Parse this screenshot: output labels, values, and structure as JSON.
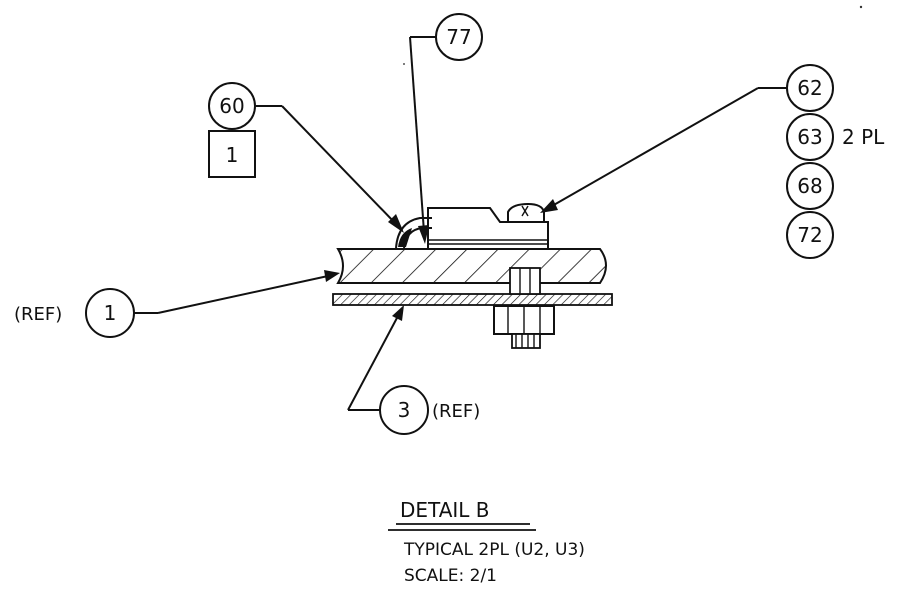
{
  "balloons": {
    "b60": "60",
    "b77": "77",
    "b62": "62",
    "b63": "63",
    "b68": "68",
    "b72": "72",
    "b1": "1",
    "b3": "3"
  },
  "box_label": "1",
  "notes": {
    "two_pl": "2 PL",
    "ref_left": "(REF)",
    "ref_bottom": "(REF)"
  },
  "caption": {
    "title": "DETAIL B",
    "line1": "TYPICAL 2PL (U2, U3)",
    "line2": "SCALE: 2/1"
  }
}
